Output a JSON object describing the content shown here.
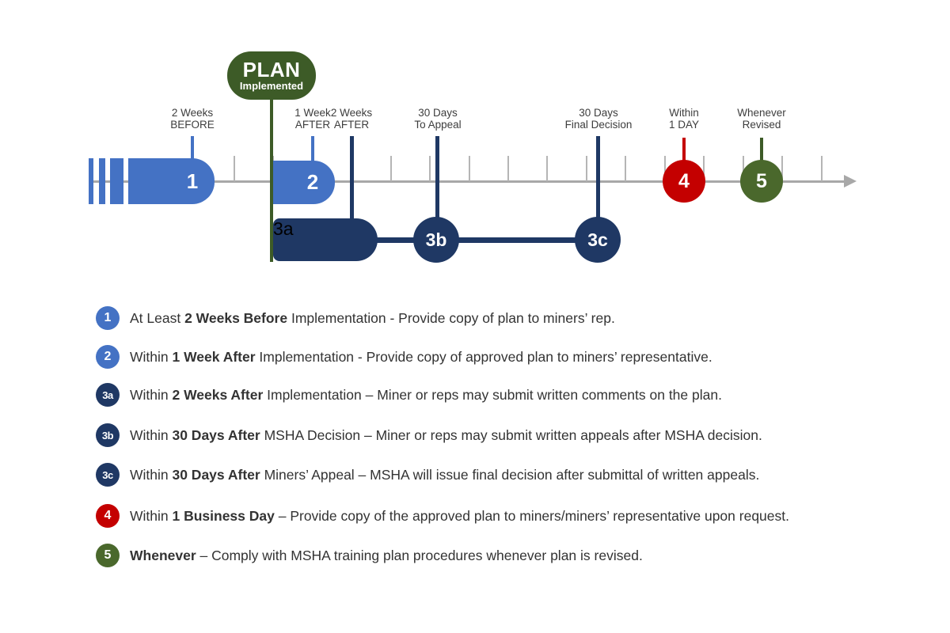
{
  "colors": {
    "blue": "#4472c4",
    "navy": "#1f3864",
    "red": "#c40000",
    "green_dark": "#3d5b27",
    "green_circle": "#4a682c",
    "axis_gray": "#a8a8a8"
  },
  "plan_badge": {
    "title": "PLAN",
    "subtitle": "Implemented"
  },
  "timeline": {
    "markers": [
      {
        "line1": "2 Weeks",
        "line2": "BEFORE"
      },
      {
        "line1": "1 Week",
        "line2": "AFTER"
      },
      {
        "line1": "2 Weeks",
        "line2": "AFTER"
      },
      {
        "line1": "30 Days",
        "line2": "To Appeal"
      },
      {
        "line1": "30 Days",
        "line2": "Final Decision"
      },
      {
        "line1": "Within",
        "line2": "1 DAY"
      },
      {
        "line1": "Whenever",
        "line2": "Revised"
      }
    ],
    "nodes": {
      "n1": "1",
      "n2": "2",
      "n3a": "3a",
      "n3b": "3b",
      "n3c": "3c",
      "n4": "4",
      "n5": "5"
    }
  },
  "legend": {
    "items": [
      {
        "symbol": "1",
        "pre": "At Least ",
        "bold": "2 Weeks Before",
        "post": " Implementation - Provide copy of plan to miners’ rep."
      },
      {
        "symbol": "2",
        "pre": "Within ",
        "bold": "1 Week After",
        "post": " Implementation - Provide copy of approved plan to miners’ representative."
      },
      {
        "symbol": "3a",
        "pre": "Within ",
        "bold": "2 Weeks After",
        "post": " Implementation – Miner or reps may submit written comments on the plan."
      },
      {
        "symbol": "3b",
        "pre": "Within ",
        "bold": "30 Days After",
        "post": " MSHA Decision – Miner or reps may submit written appeals after MSHA decision."
      },
      {
        "symbol": "3c",
        "pre": "Within ",
        "bold": "30 Days After",
        "post": " Miners’ Appeal – MSHA will issue final decision after submittal of written appeals."
      },
      {
        "symbol": "4",
        "pre": "Within ",
        "bold": "1 Business Day",
        "post": " – Provide copy of the approved plan to miners/miners’ representative upon request."
      },
      {
        "symbol": "5",
        "pre": "",
        "bold": "Whenever",
        "post": " – Comply with MSHA training plan procedures whenever plan is revised."
      }
    ]
  }
}
